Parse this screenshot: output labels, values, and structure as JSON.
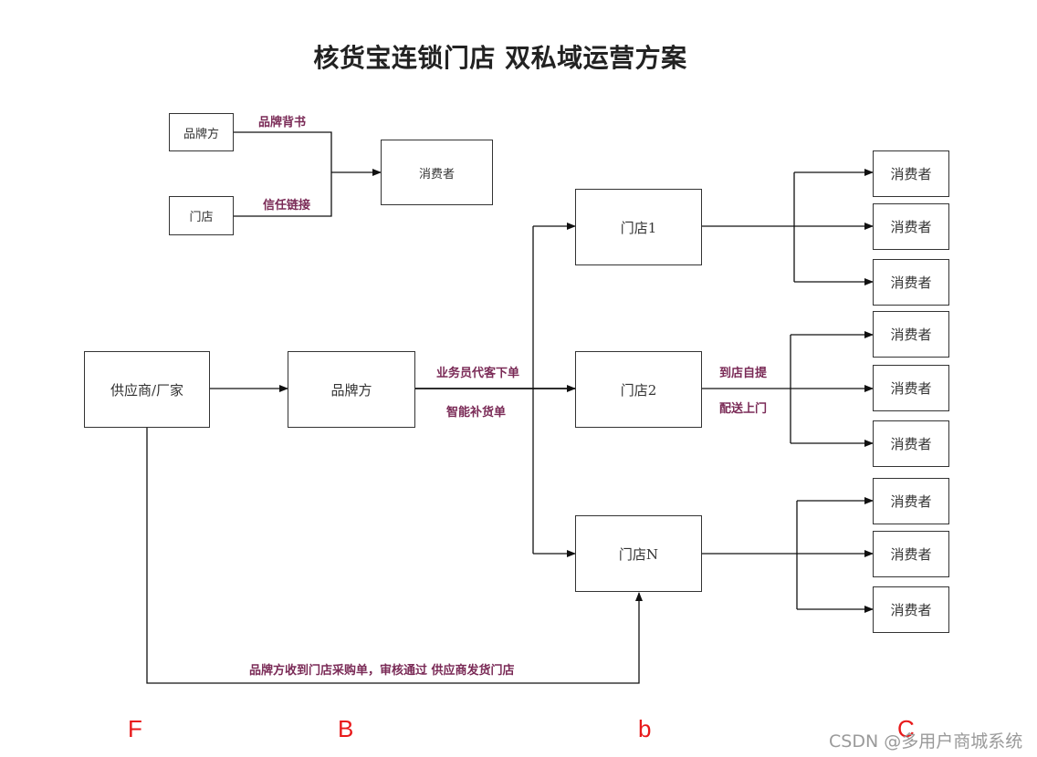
{
  "title": "核货宝连锁门店 双私域运营方案",
  "legend": {
    "brand": "品牌方",
    "store": "门店",
    "consumer": "消费者",
    "label_brand": "品牌背书",
    "label_trust": "信任链接"
  },
  "main": {
    "supplier": "供应商/厂家",
    "brand": "品牌方",
    "stores": [
      "门店1",
      "门店2",
      "门店N"
    ],
    "consumer": "消费者",
    "label_salesman": "业务员代客下单",
    "label_smart": "智能补货单",
    "label_pickup": "到店自提",
    "label_delivery": "配送上门",
    "label_bottom": "品牌方收到门店采购单，审核通过 供应商发货门店"
  },
  "markers": [
    "F",
    "B",
    "b",
    "C"
  ],
  "watermark": "CSDN @多用户商城系统"
}
